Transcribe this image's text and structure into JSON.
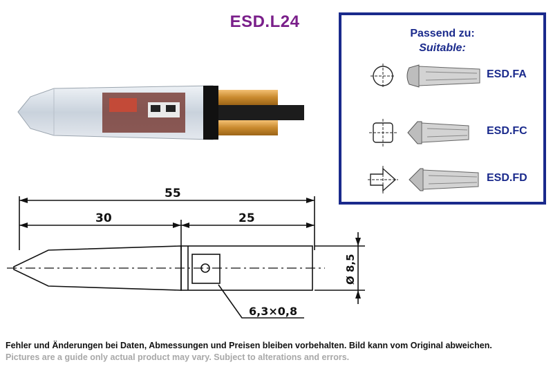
{
  "title": "ESD.L24",
  "suitable": {
    "heading_de": "Passend zu:",
    "heading_en": "Suitable:",
    "items": [
      {
        "code": "ESD.FA",
        "symbol": "round-crosshair-icon"
      },
      {
        "code": "ESD.FC",
        "symbol": "square-crosshair-icon"
      },
      {
        "code": "ESD.FD",
        "symbol": "arrow-crosshair-icon"
      }
    ]
  },
  "drawing": {
    "overall_length": "55",
    "left_length": "30",
    "right_length": "25",
    "diameter": "Ø 8,5",
    "slot": "6,3×0,8"
  },
  "disclaimer": {
    "de": "Fehler und Änderungen bei Daten, Abmessungen und Preisen bleiben vorbehalten. Bild kann vom Original abweichen.",
    "en": "Pictures are a guide only actual product may vary. Subject to alterations and errors."
  },
  "colors": {
    "title": "#7a1f8a",
    "panel_border": "#1a2a8c",
    "panel_text": "#1a2a8c",
    "disclaimer_secondary": "#a8a8a8"
  }
}
